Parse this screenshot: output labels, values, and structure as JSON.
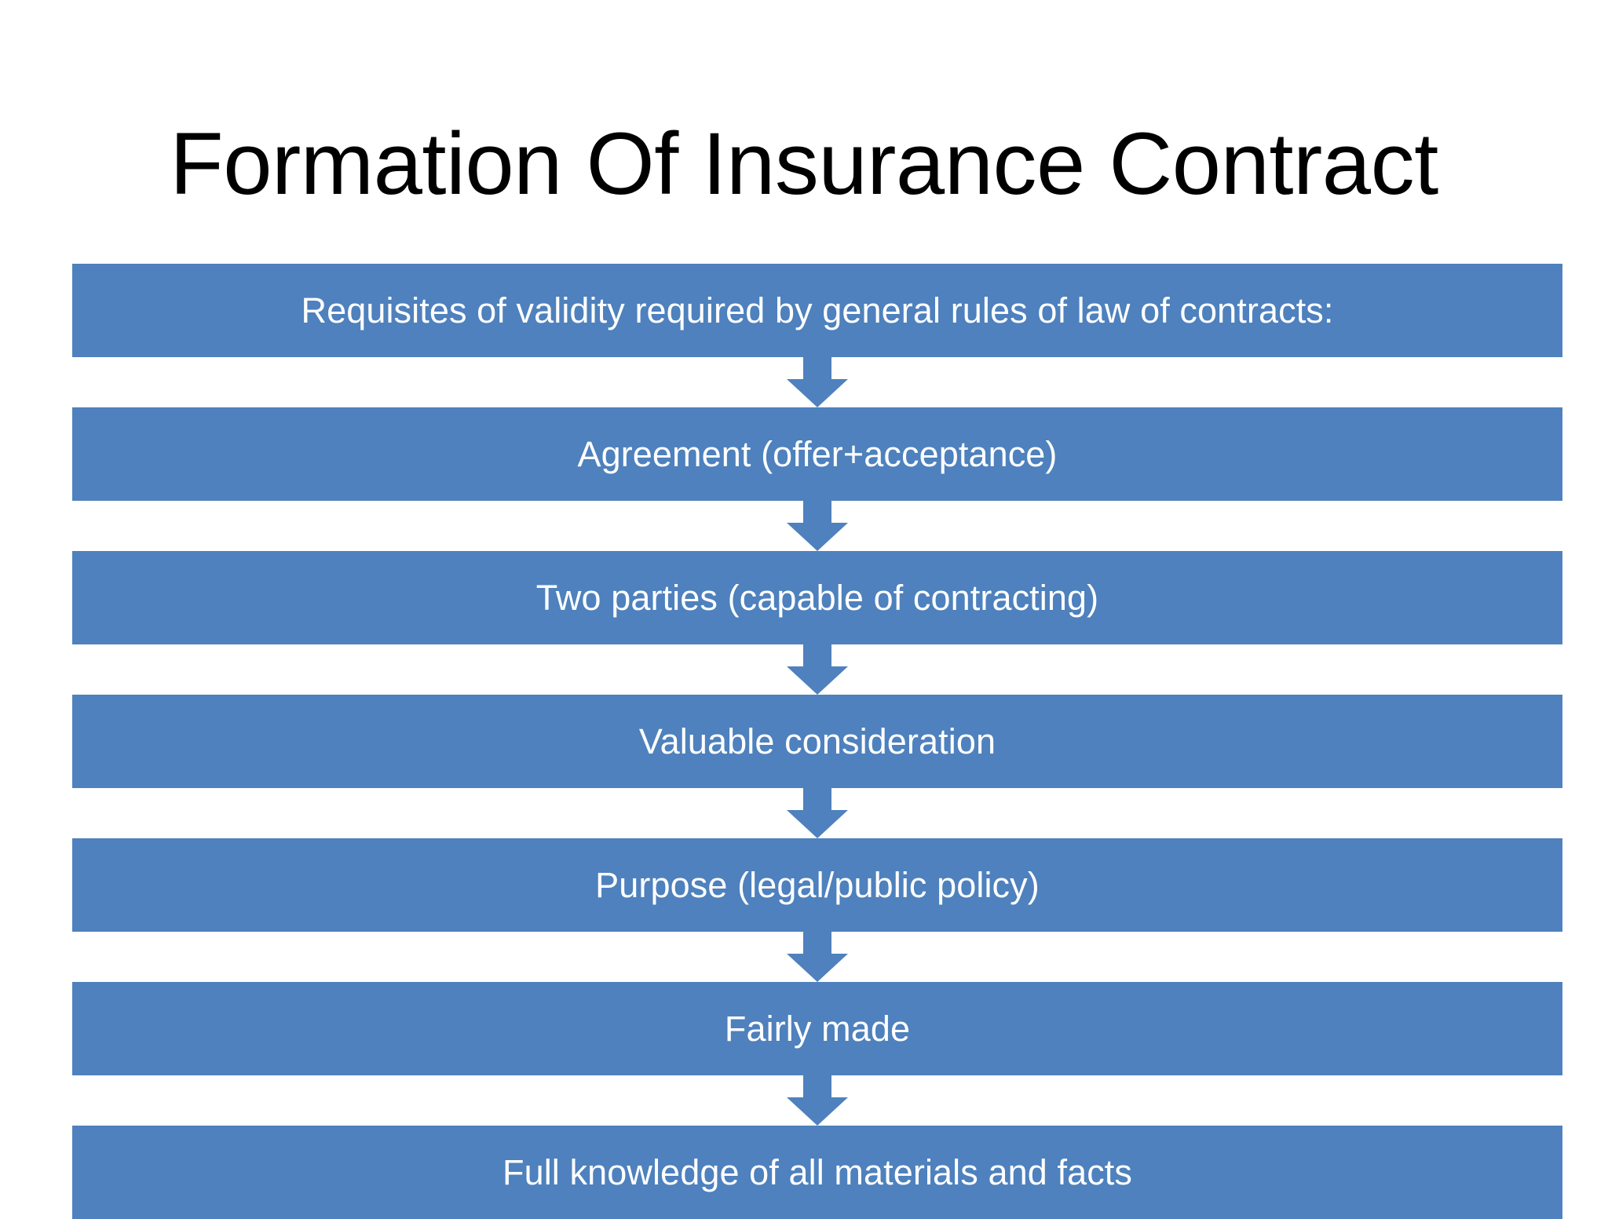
{
  "slide": {
    "title": "Formation Of Insurance Contract",
    "background_color": "#FFFFFF",
    "title_color": "#000000",
    "accent_color": "#4E81BD",
    "step_text_color": "#FFFFFF"
  },
  "flow": {
    "arrow_icon": "arrow-down-icon",
    "steps": [
      {
        "label": "Requisites of validity required by general rules of law of contracts:"
      },
      {
        "label": "Agreement (offer+acceptance)"
      },
      {
        "label": "Two parties (capable of contracting)"
      },
      {
        "label": "Valuable consideration"
      },
      {
        "label": "Purpose (legal/public policy)"
      },
      {
        "label": "Fairly made"
      },
      {
        "label": "Full knowledge of all materials and facts"
      }
    ]
  }
}
